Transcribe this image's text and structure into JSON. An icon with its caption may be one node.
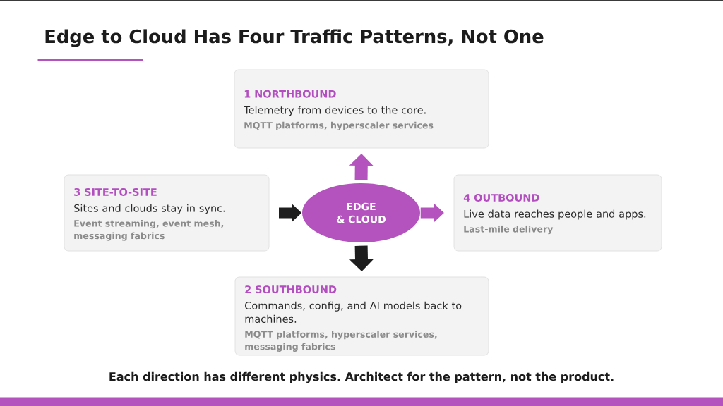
{
  "diagram": {
    "title": "Edge to Cloud Has Four Traffic Patterns, Not One",
    "caption": "Each direction has different physics. Architect for the pattern, not the product.",
    "nodes": [
      {
        "text": [
          "1 NORTHBOUND",
          "Telemetry from devices to the core.",
          "MQTT platforms, hyperscaler services"
        ]
      },
      {
        "text": [
          "3 SITE-TO-SITE",
          "Sites and clouds stay in sync.",
          "Event streaming, event mesh, messaging fabrics"
        ]
      },
      {
        "text": [
          "EDGE & CLOUD"
        ]
      },
      {
        "text": [
          "4 OUTBOUND",
          "Live data reaches people and apps.",
          "Last-mile delivery"
        ]
      },
      {
        "text": [
          "2 SOUTHBOUND",
          "Commands, config, and AI models back to machines.",
          "MQTT platforms, hyperscaler services, messaging fabrics"
        ]
      }
    ],
    "edges": [
      {
        "from": 2,
        "to": 0,
        "arrow": "to",
        "color": "#b452be"
      },
      {
        "from": 1,
        "to": 2,
        "arrow": "to",
        "color": "#1e1e1e"
      },
      {
        "from": 2,
        "to": 3,
        "arrow": "to",
        "color": "#b452be"
      },
      {
        "from": 2,
        "to": 4,
        "arrow": "to",
        "color": "#1e1e1e"
      }
    ]
  }
}
